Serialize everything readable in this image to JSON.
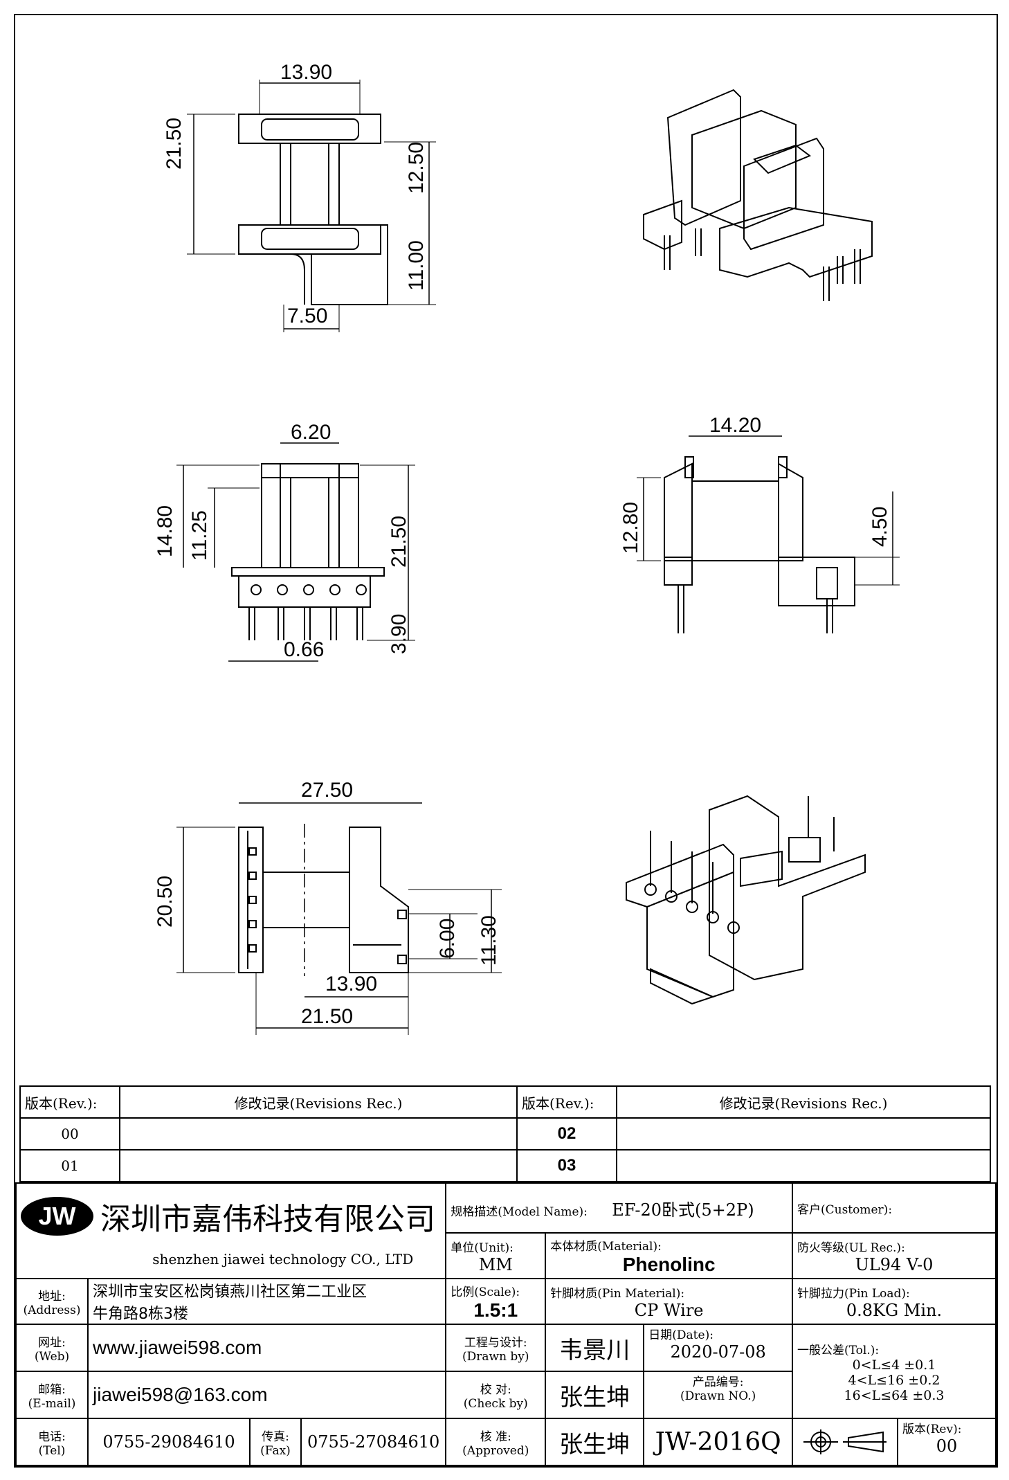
{
  "drawing": {
    "top_view": {
      "dim_width": "13.90",
      "dim_height": "21.50",
      "dim_upper": "12.50",
      "dim_lower": "11.00",
      "dim_foot": "7.50"
    },
    "front_view": {
      "dim_top": "6.20",
      "dim_h1": "14.80",
      "dim_h2": "11.25",
      "dim_h3": "21.50",
      "dim_pin": "3.90",
      "dim_pin_dia": "0.66"
    },
    "side_view": {
      "dim_width": "14.20",
      "dim_height": "12.80",
      "dim_step": "4.50"
    },
    "bottom_view": {
      "dim_width": "27.50",
      "dim_height": "20.50",
      "dim_6": "6.00",
      "dim_11": "11.30",
      "dim_13": "13.90",
      "dim_21": "21.50"
    }
  },
  "revisions": {
    "header_rev": "版本(Rev.):",
    "header_rec": "修改记录(Revisions Rec.)",
    "rows": [
      {
        "left": "00",
        "right": "02"
      },
      {
        "left": "01",
        "right": "03"
      }
    ]
  },
  "company": {
    "logo": "JW",
    "name_cn": "深圳市嘉伟科技有限公司",
    "name_en": "shenzhen  jiawei  technology  CO., LTD",
    "address_label": "地址:",
    "address_label_en": "(Address)",
    "address_line1": "深圳市宝安区松岗镇燕川社区第二工业区",
    "address_line2": "牛角路8栋3楼",
    "web_label": "网址:",
    "web_label_en": "(Web)",
    "web": "www.jiawei598.com",
    "email_label": "邮箱:",
    "email_label_en": "(E-mail)",
    "email": "jiawei598@163.com",
    "tel_label": "电话:",
    "tel_label_en": "(Tel)",
    "tel": "0755-29084610",
    "fax_label": "传真:",
    "fax_label_en": "(Fax)",
    "fax": "0755-27084610"
  },
  "title_block": {
    "model_label": "规格描述(Model Name):",
    "model": "EF-20卧式(5+2P)",
    "customer_label": "客户(Customer):",
    "unit_label": "单位(Unit):",
    "unit": "MM",
    "material_label": "本体材质(Material):",
    "material": "Phenolinc",
    "ul_label": "防火等级(UL Rec.):",
    "ul": "UL94 V-0",
    "scale_label": "比例(Scale):",
    "scale": "1.5:1",
    "pin_material_label": "针脚材质(Pin Material):",
    "pin_material": "CP Wire",
    "pin_load_label": "针脚拉力(Pin Load):",
    "pin_load": "0.8KG Min.",
    "drawn_label": "工程与设计:",
    "drawn_label_en": "(Drawn by)",
    "drawn_by": "韦景川",
    "date_label": "日期(Date):",
    "date": "2020-07-08",
    "tol_label": "一般公差(Tol.):",
    "tol1": "0<L≤4    ±0.1",
    "tol2": "4<L≤16   ±0.2",
    "tol3": "16<L≤64  ±0.3",
    "check_label": "校  对:",
    "check_label_en": "(Check by)",
    "check_by": "张生坤",
    "drawing_no_label": "产品编号:",
    "drawing_no_label_en": "(Drawn NO.)",
    "approve_label": "核  准:",
    "approve_label_en": "(Approved)",
    "approved_by": "张生坤",
    "drawing_no": "JW-2016Q",
    "rev_label": "版本(Rev):",
    "rev": "00"
  }
}
